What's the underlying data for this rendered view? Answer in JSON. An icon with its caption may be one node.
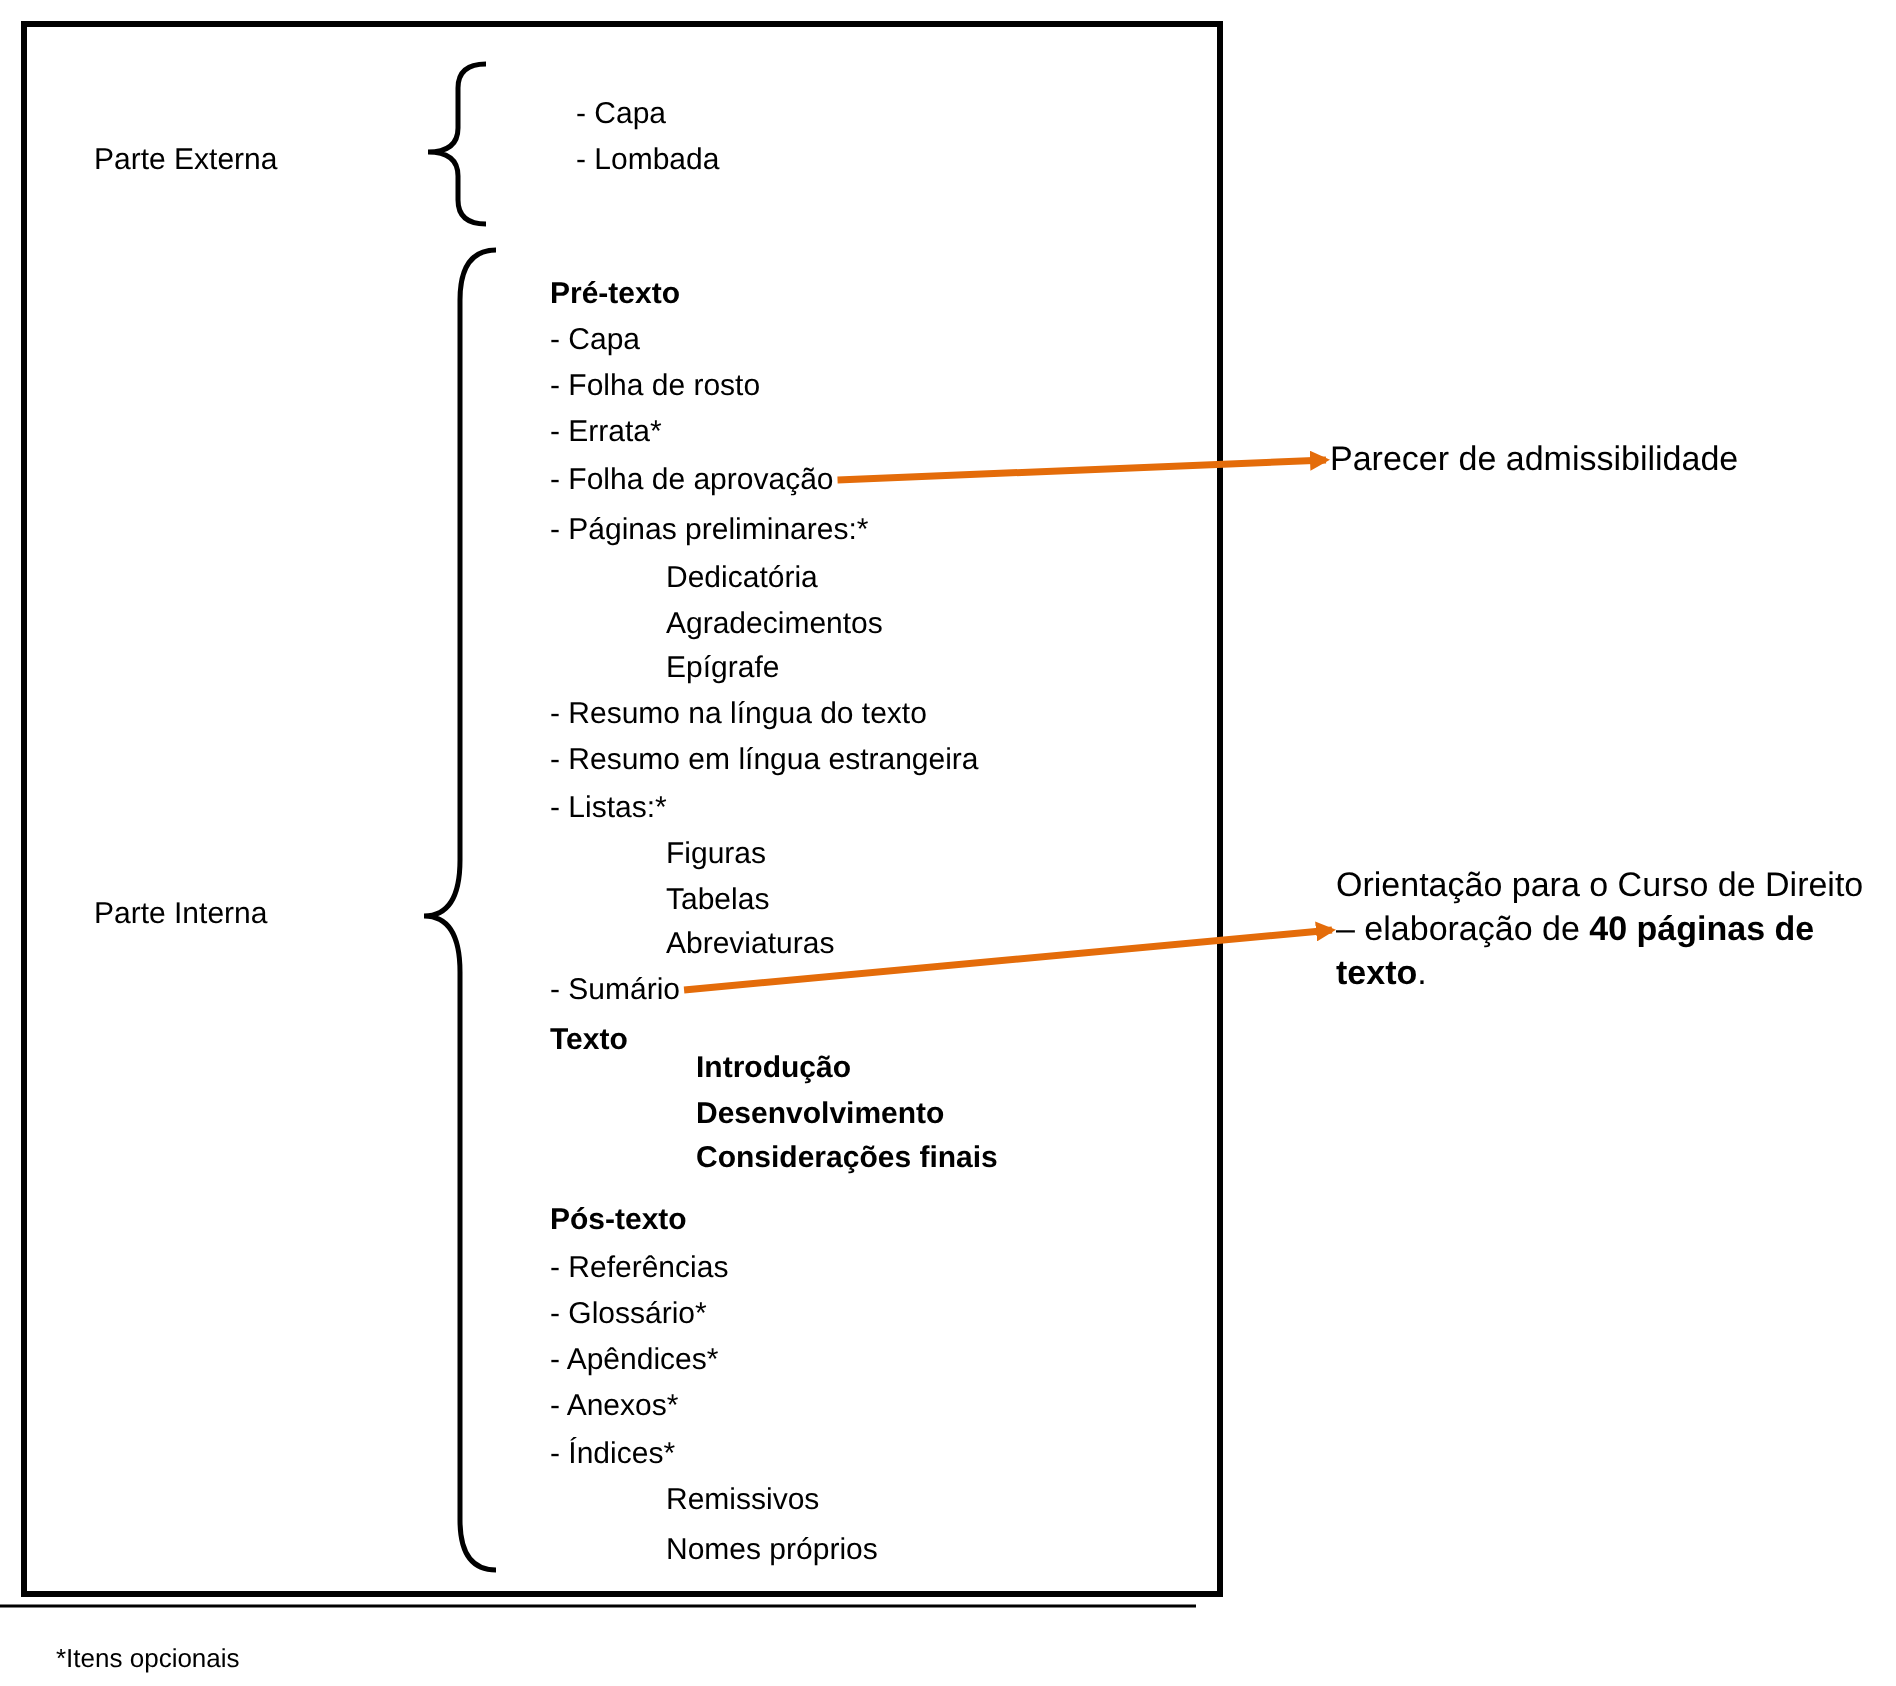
{
  "diagram": {
    "nodes": [
      {
        "text": [
          "- Folha de aprovação"
        ]
      },
      {
        "text": [
          "Parecer de admissibilidade"
        ]
      },
      {
        "text": [
          "- Sumário"
        ]
      },
      {
        "text": [
          "Orientação para o Curso de Direito – elaboração de **40 páginas de texto**."
        ]
      }
    ],
    "edges": [
      {
        "from": 0,
        "to": 1,
        "arrow": "to"
      },
      {
        "from": 2,
        "to": 3,
        "arrow": "to"
      }
    ],
    "labels": [
      "Parte Externa",
      "- Capa",
      "- Lombada",
      "Pré-texto",
      "- Capa",
      "- Folha de rosto",
      "- Errata*",
      "- Páginas preliminares:*",
      "Dedicatória",
      "Agradecimentos",
      "Epígrafe",
      "- Resumo na língua do texto",
      "- Resumo em língua estrangeira",
      "- Listas:*",
      "Figuras",
      "Tabelas",
      "Parte Interna",
      "Abreviaturas",
      "Texto",
      "Introdução",
      "Desenvolvimento",
      "Considerações finais",
      "Pós-texto",
      "- Referências",
      "- Glossário*",
      "- Apêndices*",
      "- Anexos*",
      "- Índices*",
      "Remissivos",
      "Nomes próprios",
      "*Itens opcionais"
    ]
  }
}
